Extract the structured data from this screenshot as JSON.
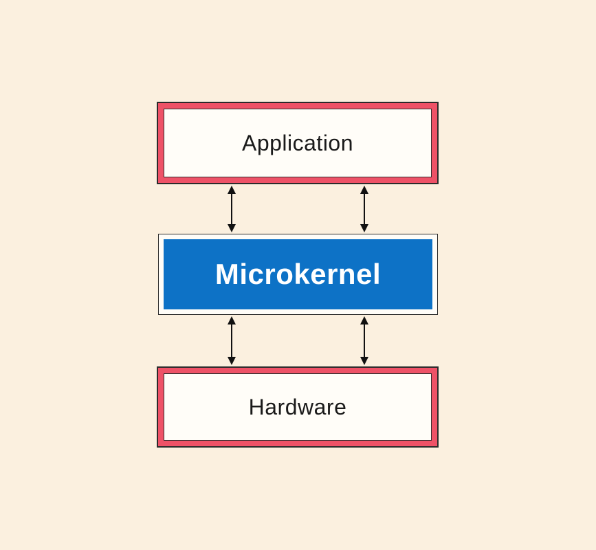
{
  "diagram": {
    "type": "block-diagram",
    "background_color": "#fbf0df",
    "arrow_color": "#111111",
    "nodes": [
      {
        "id": "application",
        "label": "Application",
        "fill_color": "#fffdf8",
        "frame_color": "#ee5267",
        "text_color": "#1a1a1a"
      },
      {
        "id": "microkernel",
        "label": "Microkernel",
        "fill_color": "#0d72c6",
        "frame_color": "#fffdf8",
        "text_color": "#ffffff"
      },
      {
        "id": "hardware",
        "label": "Hardware",
        "fill_color": "#fffdf8",
        "frame_color": "#ee5267",
        "text_color": "#1a1a1a"
      }
    ],
    "connections": [
      {
        "from": "application",
        "to": "microkernel",
        "style": "double-headed-arrow",
        "count": 2
      },
      {
        "from": "microkernel",
        "to": "hardware",
        "style": "double-headed-arrow",
        "count": 2
      }
    ]
  }
}
